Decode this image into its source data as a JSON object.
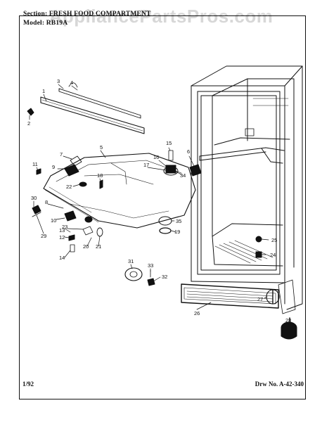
{
  "watermark": "AppliancePartsPros.com",
  "header": {
    "section_line": "Section: FRESH FOOD COMPARTMENT",
    "model_line": "Model: RB19A"
  },
  "footer": {
    "date": "1/92",
    "drawing_number": "Drw No. A-42-340"
  },
  "callouts": [
    "1",
    "2",
    "3",
    "4",
    "5",
    "6",
    "7",
    "8",
    "9",
    "10",
    "11",
    "12",
    "13",
    "14",
    "15",
    "16",
    "17",
    "18",
    "19",
    "20",
    "21",
    "22",
    "23",
    "24",
    "25",
    "26",
    "27",
    "28",
    "29",
    "30",
    "31",
    "32",
    "33",
    "34",
    "35"
  ]
}
